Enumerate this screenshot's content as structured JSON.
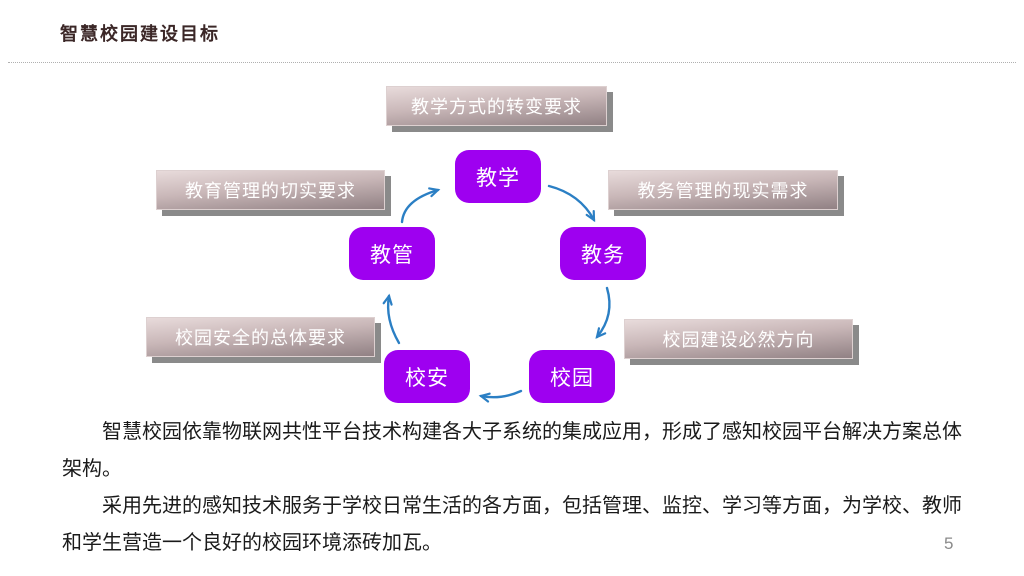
{
  "slide": {
    "title": "智慧校园建设目标",
    "page_number": "5"
  },
  "diagram": {
    "callouts": [
      {
        "label": "教学方式的转变要求"
      },
      {
        "label": "教育管理的切实要求"
      },
      {
        "label": "教务管理的现实需求"
      },
      {
        "label": "校园安全的总体要求"
      },
      {
        "label": "校园建设必然方向"
      }
    ],
    "nodes": [
      {
        "label": "教学"
      },
      {
        "label": "教管"
      },
      {
        "label": "教务"
      },
      {
        "label": "校安"
      },
      {
        "label": "校园"
      }
    ],
    "arrows": [
      {
        "from": "教管",
        "to": "教学"
      },
      {
        "from": "教学",
        "to": "教务"
      },
      {
        "from": "教务",
        "to": "校园"
      },
      {
        "from": "校园",
        "to": "校安"
      },
      {
        "from": "校安",
        "to": "教管"
      }
    ],
    "colors": {
      "node_fill": "#9E00F0",
      "node_text": "#FFFFFF",
      "arrow": "#2B7FC4",
      "callout_gradient_light": "#E8DBDB",
      "callout_gradient_dark": "#918184",
      "callout_shadow": "#8A8A8A",
      "title_text": "#3B2727"
    }
  },
  "body": {
    "paragraphs": [
      "智慧校园依靠物联网共性平台技术构建各大子系统的集成应用，形成了感知校园平台解决方案总体架构。",
      "采用先进的感知技术服务于学校日常生活的各方面，包括管理、监控、学习等方面，为学校、教师和学生营造一个良好的校园环境添砖加瓦。"
    ]
  }
}
